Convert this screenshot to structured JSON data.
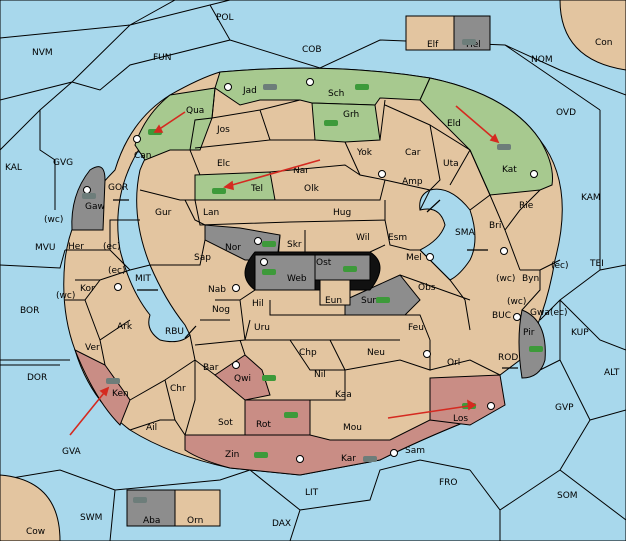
{
  "map": {
    "outer_regions": [
      "POL",
      "NVM",
      "FUN",
      "COB",
      "Elf",
      "Hel",
      "Con",
      "NOM",
      "OVD",
      "KAL",
      "GVG",
      "GOR",
      "KAM",
      "TEI",
      "MVU",
      "BOR",
      "DOR",
      "ALT",
      "KUP",
      "BUC",
      "ROD",
      "GVP",
      "GVA",
      "FRO",
      "SOM",
      "LIT",
      "SWM",
      "DAX",
      "Aba",
      "Orn",
      "Cow",
      "SMA",
      "MIT",
      "RBU"
    ],
    "inner_regions": [
      "Jad",
      "Sch",
      "Qua",
      "Jos",
      "Grh",
      "Can",
      "Eld",
      "Elc",
      "Yok",
      "Car",
      "Uta",
      "Nar",
      "Tel",
      "Olk",
      "Amp",
      "Kat",
      "Gaw",
      "Gur",
      "Lan",
      "Hug",
      "Rie",
      "Wil",
      "Esm",
      "Bri",
      "Nor",
      "Skr",
      "Ost",
      "Mel",
      "Her",
      "Sap",
      "Web",
      "Byn",
      "Kor",
      "Nab",
      "Eun",
      "Sun",
      "Obs",
      "Gwa",
      "Ark",
      "Hil",
      "Nog",
      "Uru",
      "Feu",
      "Pir",
      "Ver",
      "Chp",
      "Neu",
      "Bar",
      "Qwi",
      "Nil",
      "Orl",
      "Ken",
      "Chr",
      "Kaa",
      "Rot",
      "Mou",
      "Los",
      "Ail",
      "Sot",
      "Zin",
      "Kar",
      "Sam"
    ],
    "markers": {
      "wc": "(wc)",
      "ec": "(ec)"
    },
    "colors": {
      "sea": "#a8d8ec",
      "land": "#e3c5a0",
      "green": "#a7c98f",
      "red": "#c98d85",
      "grey": "#8d8d8d",
      "arrow": "#d52a20"
    }
  }
}
